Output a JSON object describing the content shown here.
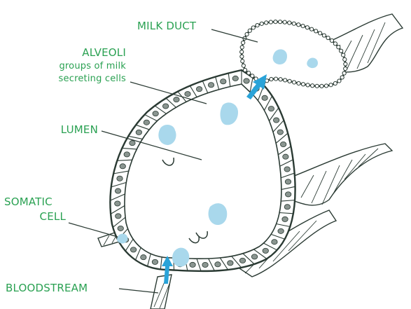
{
  "labels": {
    "milk_duct": "MILK DUCT",
    "alveoli": "ALVEOLI",
    "alveoli_sub_1": "groups of milk",
    "alveoli_sub_2": "secreting cells",
    "lumen": "LUMEN",
    "somatic_1": "SOMATIC",
    "somatic_2": "CELL",
    "bloodstream": "BLOODSTREAM"
  },
  "colors": {
    "label_green": "#2aa152",
    "outline": "#2a3a33",
    "cell_nucleus": "#8a9590",
    "droplet": "#a9d8ec",
    "arrow": "#2aa3d8"
  }
}
